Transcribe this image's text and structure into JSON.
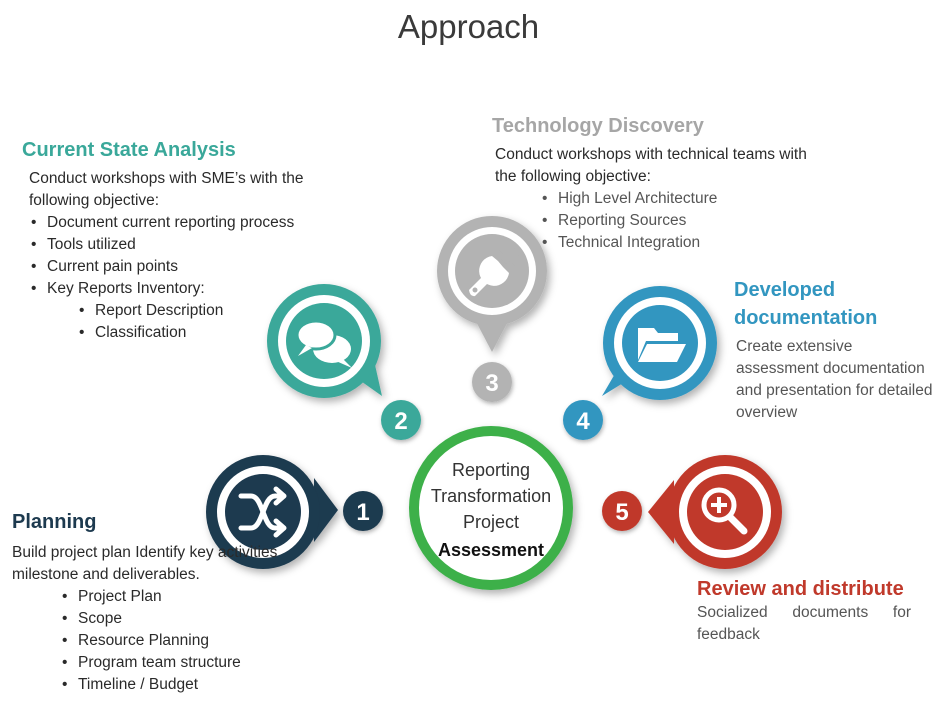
{
  "title": "Approach",
  "center": {
    "line1": "Reporting",
    "line2": "Transformation",
    "line3": "Project",
    "line4": "Assessment"
  },
  "colors": {
    "planning": "#1d3a4f",
    "current": "#3aa89a",
    "tech": "#a6a6a6",
    "devdoc": "#3296c0",
    "review": "#c0392b",
    "center": "#3cb04a"
  },
  "steps": [
    {
      "number": "1",
      "icon": "shuffle-icon",
      "heading": "Planning",
      "body": "Build project plan Identify key activities milestone and deliverables.",
      "items": [
        "Project Plan",
        "Scope",
        "Resource Planning",
        "Program team structure",
        "Timeline / Budget"
      ]
    },
    {
      "number": "2",
      "icon": "chat-bubbles-icon",
      "heading": "Current State Analysis",
      "body": "Conduct workshops with SME’s with the following objective:",
      "items": [
        "Document current reporting process",
        "Tools utilized",
        "Current pain points",
        "Key Reports Inventory:"
      ],
      "subitems": [
        "Report Description",
        "Classification"
      ]
    },
    {
      "number": "3",
      "icon": "wrench-icon",
      "heading": "Technology Discovery",
      "body": "Conduct workshops with technical teams with the following objective:",
      "items": [
        "High Level Architecture",
        "Reporting Sources",
        "Technical Integration"
      ]
    },
    {
      "number": "4",
      "icon": "folder-open-icon",
      "heading_line1": "Developed",
      "heading_line2": "documentation",
      "body": "Create extensive assessment documentation and presentation for detailed overview"
    },
    {
      "number": "5",
      "icon": "zoom-in-icon",
      "heading": "Review and distribute",
      "body": "Socialized documents for feedback"
    }
  ]
}
